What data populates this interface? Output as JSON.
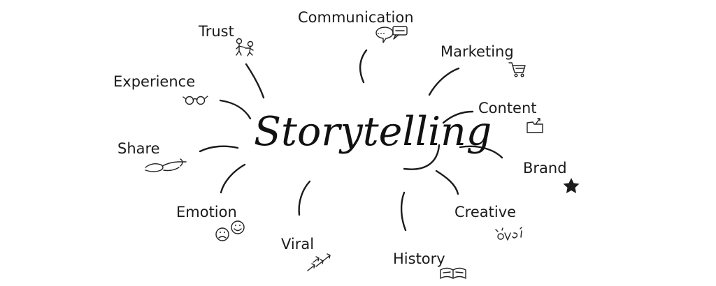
{
  "center": {
    "label": "Storytelling"
  },
  "nodes": [
    {
      "id": "communication",
      "label": "Communication",
      "icon": "speech-bubbles-icon"
    },
    {
      "id": "trust",
      "label": "Trust",
      "icon": "people-handshake-icon"
    },
    {
      "id": "marketing",
      "label": "Marketing",
      "icon": "shopping-cart-icon"
    },
    {
      "id": "experience",
      "label": "Experience",
      "icon": "glasses-icon"
    },
    {
      "id": "content",
      "label": "Content",
      "icon": "folder-icon"
    },
    {
      "id": "share",
      "label": "Share",
      "icon": "hands-icon"
    },
    {
      "id": "brand",
      "label": "Brand",
      "icon": "star-icon"
    },
    {
      "id": "emotion",
      "label": "Emotion",
      "icon": "faces-icon"
    },
    {
      "id": "creative",
      "label": "Creative",
      "icon": "creative-doodle-icon"
    },
    {
      "id": "viral",
      "label": "Viral",
      "icon": "arrows-icon"
    },
    {
      "id": "history",
      "label": "History",
      "icon": "book-icon"
    }
  ],
  "colors": {
    "ink": "#1b1b1b",
    "background": "#ffffff"
  }
}
